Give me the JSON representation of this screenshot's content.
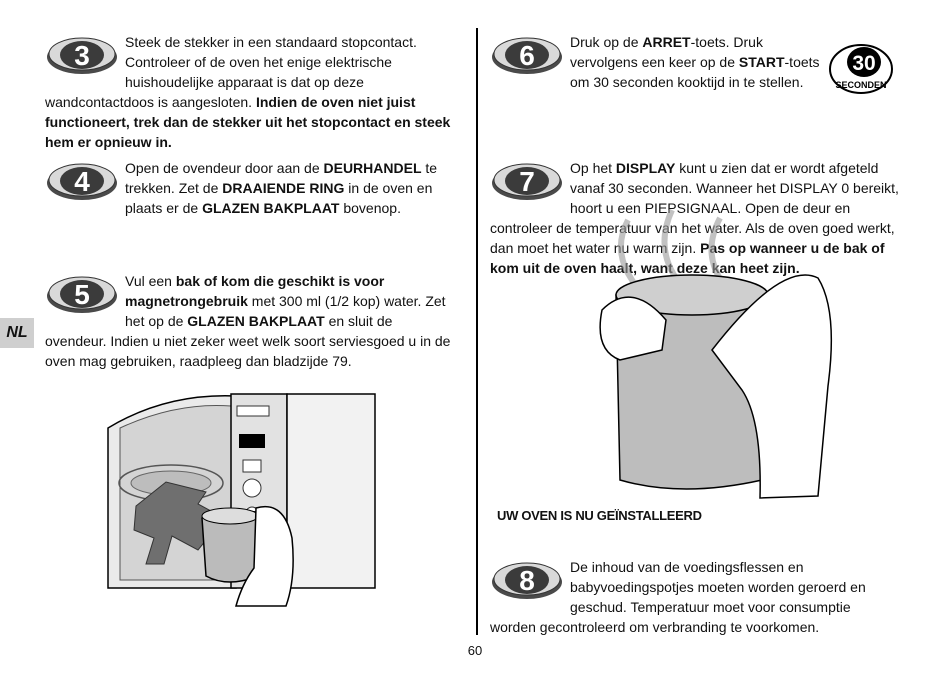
{
  "lang_tab": "NL",
  "page_number": "60",
  "installed_heading": "UW OVEN IS NU GEÏNSTALLEERD",
  "seconds_badge": {
    "number": "30",
    "label": "SECONDEN"
  },
  "steps": [
    {
      "number": "3",
      "segments": [
        {
          "t": "Steek de stekker in een standaard stopcontact. Controleer of de oven het enige elektrische huishoudelijke apparaat is dat op deze wandcontactdoos is aangesloten. ",
          "b": false
        },
        {
          "t": "Indien de oven niet juist functioneert, trek dan de stekker uit het stopcontact en steek hem er opnieuw in.",
          "b": true
        }
      ]
    },
    {
      "number": "4",
      "segments": [
        {
          "t": "Open de ovendeur door aan de ",
          "b": false
        },
        {
          "t": "DEURHANDEL",
          "b": true
        },
        {
          "t": " te trekken. Zet de ",
          "b": false
        },
        {
          "t": "DRAAIENDE RING",
          "b": true
        },
        {
          "t": " in de oven en plaats er de ",
          "b": false
        },
        {
          "t": "GLAZEN BAKPLAAT",
          "b": true
        },
        {
          "t": " bovenop.",
          "b": false
        }
      ]
    },
    {
      "number": "5",
      "segments": [
        {
          "t": "Vul een ",
          "b": false
        },
        {
          "t": "bak of kom die geschikt is voor magnetrongebruik",
          "b": true
        },
        {
          "t": " met 300 ml (1/2 kop) water. Zet het op de ",
          "b": false
        },
        {
          "t": "GLAZEN BAKPLAAT",
          "b": true
        },
        {
          "t": " en sluit de ovendeur. Indien u niet zeker weet welk soort serviesgoed u in de oven mag gebruiken, raadpleeg dan bladzijde 79.",
          "b": false
        }
      ]
    },
    {
      "number": "6",
      "segments": [
        {
          "t": "Druk op de ",
          "b": false
        },
        {
          "t": "ARRET",
          "b": true
        },
        {
          "t": "-toets. Druk vervolgens een keer op de ",
          "b": false
        },
        {
          "t": "START",
          "b": true
        },
        {
          "t": "-toets om 30 seconden kooktijd in te stellen.",
          "b": false
        }
      ]
    },
    {
      "number": "7",
      "segments": [
        {
          "t": "Op het ",
          "b": false
        },
        {
          "t": "DISPLAY",
          "b": true
        },
        {
          "t": " kunt u zien dat er wordt afgeteld vanaf 30 seconden. Wanneer het DISPLAY 0 bereikt, hoort u een PIEPSIGNAAL. Open de deur en controleer de temperatuur van het water. Als de oven goed werkt, dan moet het water nu warm zijn. ",
          "b": false
        },
        {
          "t": "Pas op wanneer u de bak of kom uit de oven haalt, want deze kan heet zijn.",
          "b": true
        }
      ]
    },
    {
      "number": "8",
      "segments": [
        {
          "t": "De inhoud van de voedingsflessen en babyvoedingspotjes moeten worden geroerd en geschud. Temperatuur moet voor consumptie worden gecontroleerd om verbranding te voorkomen.",
          "b": false
        }
      ]
    }
  ]
}
